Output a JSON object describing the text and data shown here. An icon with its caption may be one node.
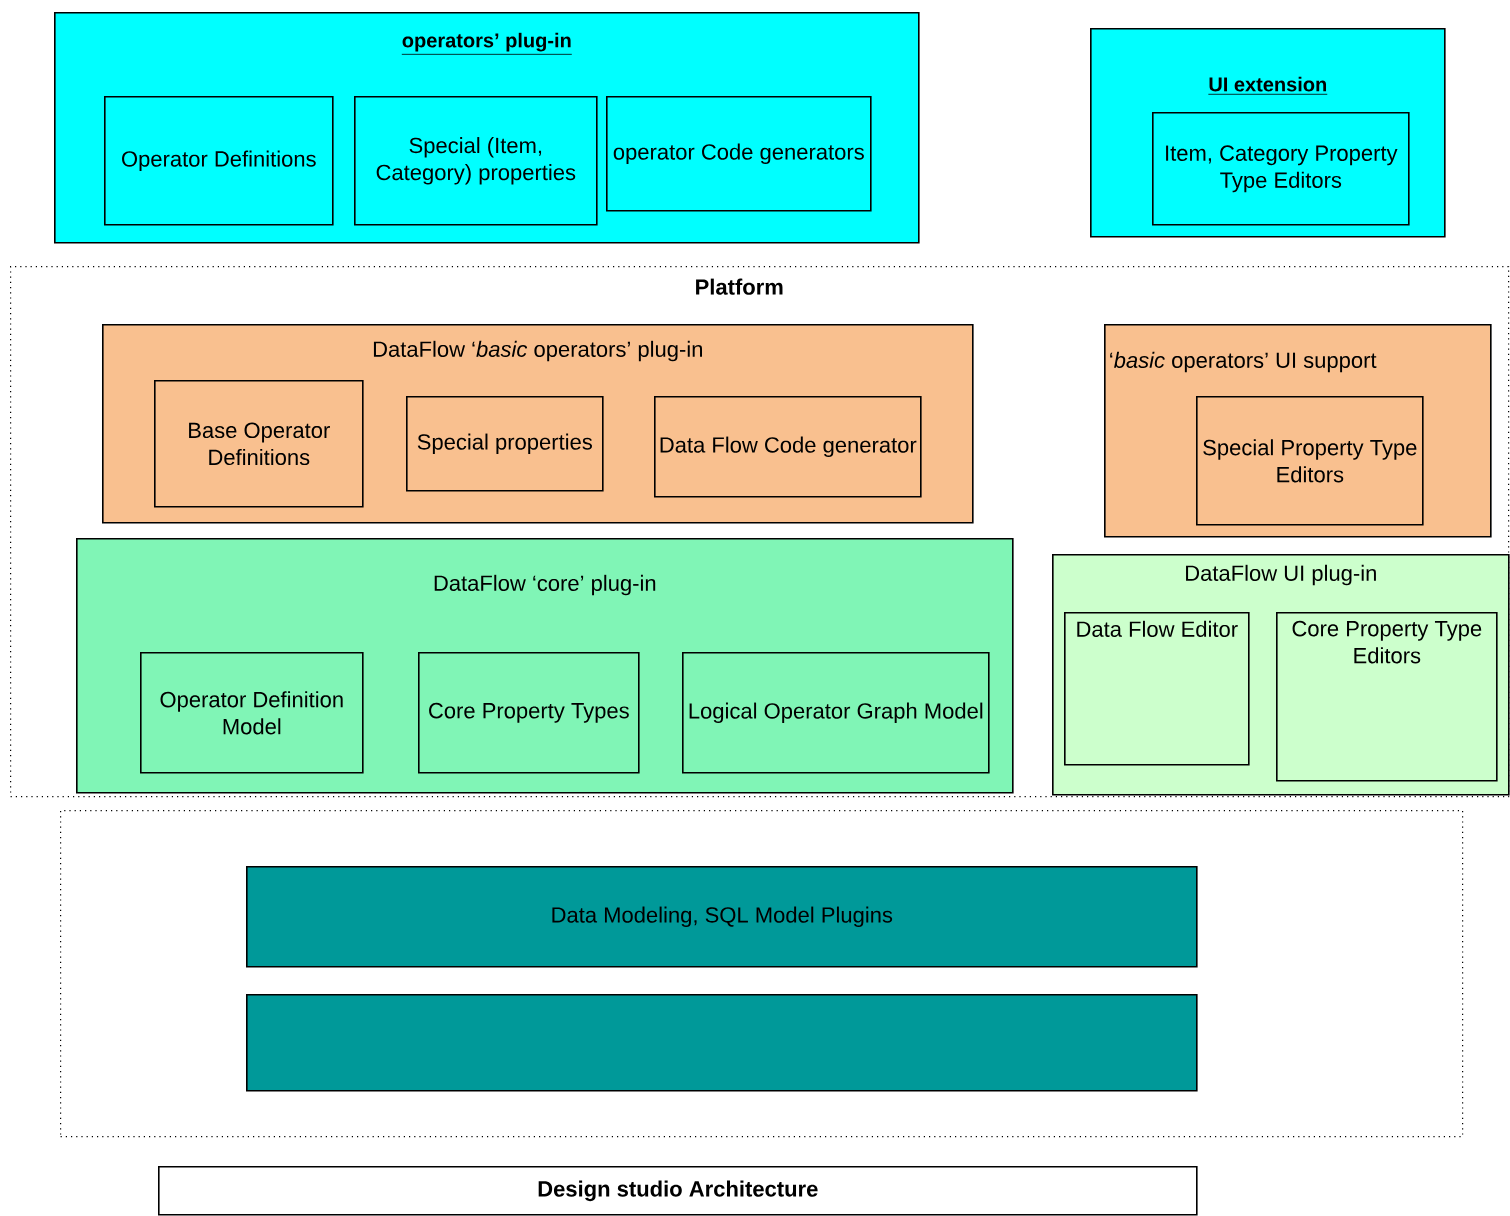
{
  "diagram": {
    "nodes": [
      {
        "text": [
          "operators’ plug-in"
        ]
      },
      {
        "text": [
          "Operator Definitions"
        ],
        "in": 0
      },
      {
        "text": [
          "Special (Item, Category) properties"
        ],
        "in": 0
      },
      {
        "text": [
          "operator Code generators"
        ],
        "in": 0
      },
      {
        "text": [
          "UI extension"
        ]
      },
      {
        "text": [
          "Item, Category Property Type Editors"
        ],
        "in": 4
      },
      {
        "text": [
          "Platform"
        ]
      },
      {
        "text": [
          "DataFlow ‘*basic* operators’ plug-in"
        ],
        "in": 6
      },
      {
        "text": [
          "Base Operator Definitions"
        ],
        "in": 7
      },
      {
        "text": [
          "Special properties"
        ],
        "in": 7
      },
      {
        "text": [
          "Data Flow Code generator"
        ],
        "in": 7
      },
      {
        "text": [
          "‘*basic* operators’ UI support"
        ],
        "in": 6
      },
      {
        "text": [
          "Special Property Type Editors"
        ],
        "in": 11
      },
      {
        "text": [
          "DataFlow ‘core’ plug-in"
        ],
        "in": 6
      },
      {
        "text": [
          "Operator Definition Model"
        ],
        "in": 13
      },
      {
        "text": [
          "Core Property Types"
        ],
        "in": 13
      },
      {
        "text": [
          "Logical Operator Graph Model"
        ],
        "in": 13
      },
      {
        "text": [
          "DataFlow UI plug-in"
        ],
        "in": 6
      },
      {
        "text": [
          "Data Flow Editor"
        ],
        "in": 17
      },
      {
        "text": [
          "Core Property Type Editors"
        ],
        "in": 17
      },
      {
        "text": [],
        "shape": "box"
      },
      {
        "text": [
          "Data Modeling, SQL Model Plugins"
        ],
        "in": 20
      },
      {
        "text": [],
        "shape": "box",
        "in": 20
      },
      {
        "text": [
          "Design studio Architecture"
        ]
      }
    ]
  }
}
